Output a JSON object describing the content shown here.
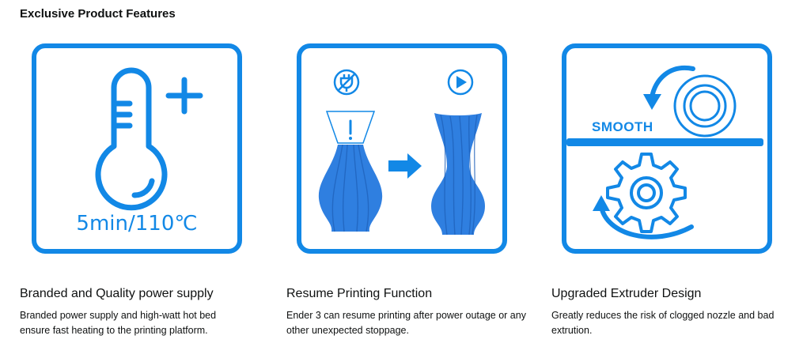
{
  "section_title": "Exclusive Product Features",
  "features": [
    {
      "title": "Branded and Quality power supply",
      "description": "Branded power supply and high-watt hot bed ensure fast heating to the printing platform.",
      "image_label": "5min/110℃",
      "icon": "thermometer-plus-icon"
    },
    {
      "title": "Resume Printing Function",
      "description": "Ender 3 can resume printing after power outage or any other unexpected stoppage.",
      "icon": "vase-resume-icon"
    },
    {
      "title": "Upgraded Extruder Design",
      "description": "Greatly reduces the risk of clogged nozzle and bad extrution.",
      "image_label": "SMOOTH",
      "icon": "extruder-gear-icon"
    }
  ],
  "colors": {
    "accent": "#1288e6",
    "vase": "#2f7fe0",
    "text": "#0f1111"
  }
}
